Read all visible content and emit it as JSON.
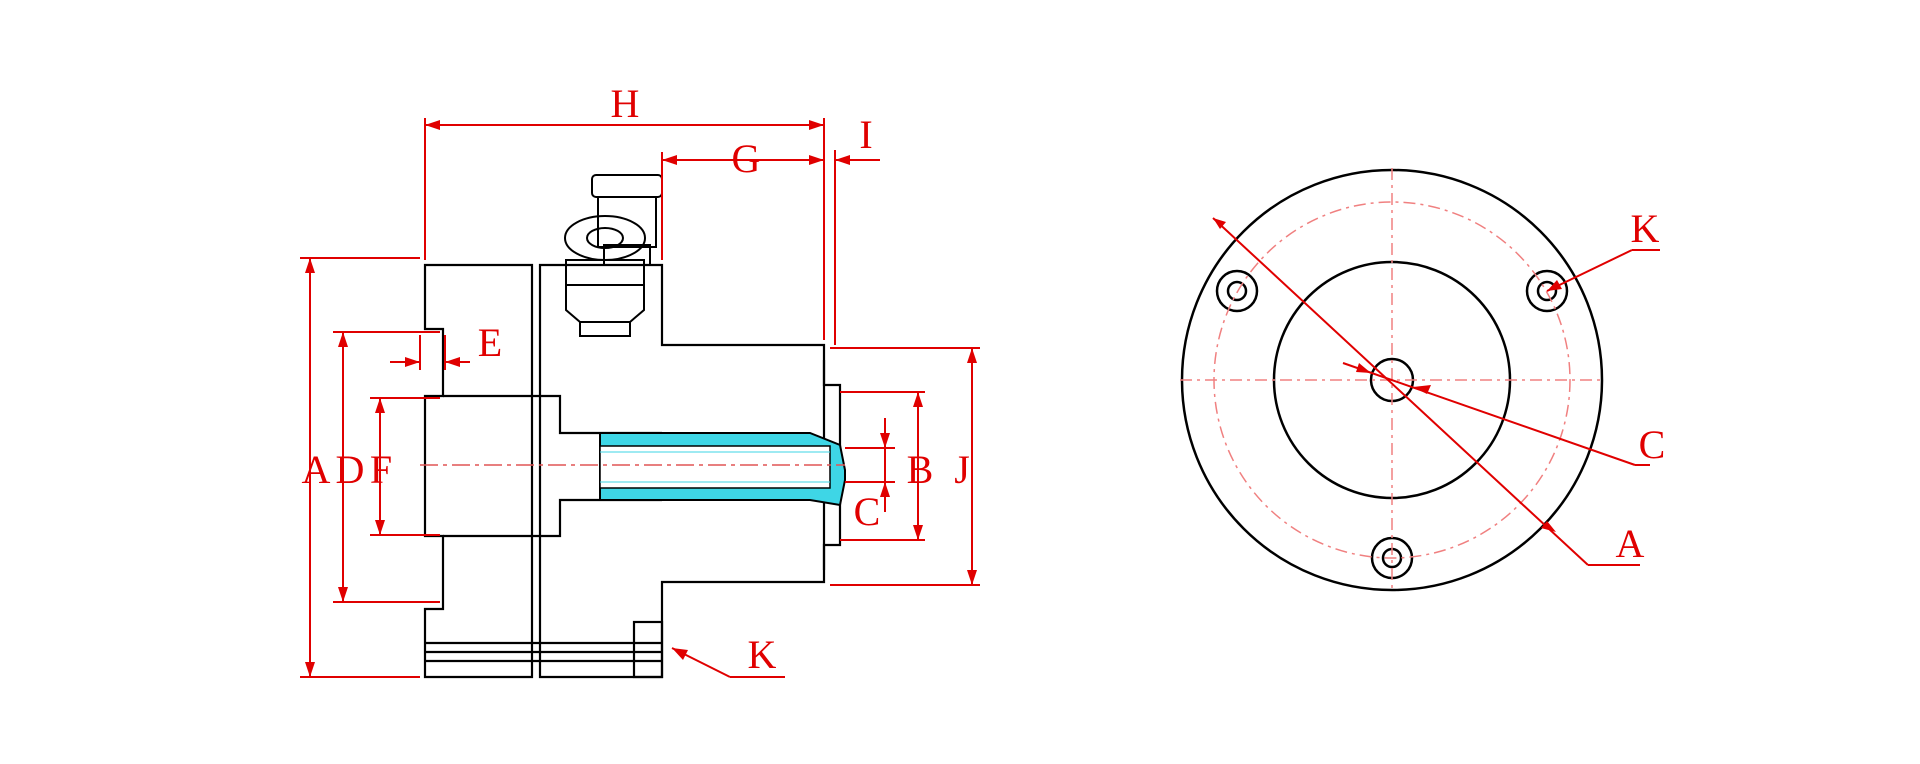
{
  "labels": {
    "A": "A",
    "D": "D",
    "F": "F",
    "B": "B",
    "C": "C",
    "E": "E",
    "G": "G",
    "H": "H",
    "I": "I",
    "J": "J",
    "K": "K"
  },
  "colors": {
    "outline": "#000000",
    "dimension": "#e00000",
    "collet": "#3ed6e6",
    "centerline": "#f08080"
  }
}
